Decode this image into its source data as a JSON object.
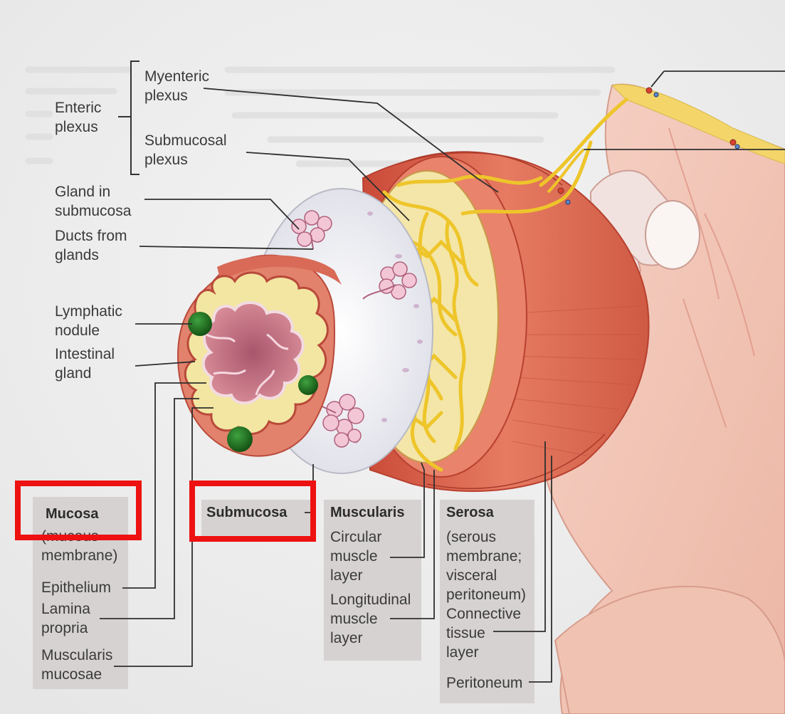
{
  "diagram": {
    "top_labels": {
      "enteric_plexus": "Enteric\nplexus",
      "myenteric_plexus": "Myenteric\nplexus",
      "submucosal_plexus": "Submucosal\nplexus",
      "gland_in_submucosa": "Gland in\nsubmucosa",
      "ducts_from_glands": "Ducts from\nglands",
      "lymphatic_nodule": "Lymphatic\nnodule",
      "intestinal_gland": "Intestinal\ngland"
    },
    "mucosa": {
      "heading": "Mucosa",
      "subtitle": "(mucous\nmembrane)",
      "epithelium": "Epithelium",
      "lamina_propria": "Lamina\npropria",
      "muscularis_mucosae": "Muscularis\nmucosae"
    },
    "submucosa": {
      "heading": "Submucosa"
    },
    "muscularis": {
      "heading": "Muscularis",
      "circular": "Circular\nmuscle\nlayer",
      "longitudinal": "Longitudinal\nmuscle\nlayer"
    },
    "serosa": {
      "heading": "Serosa",
      "subtitle": "(serous\nmembrane;\nvisceral\nperitoneum)",
      "connective": "Connective\ntissue\nlayer",
      "peritoneum": "Peritoneum"
    }
  },
  "colors": {
    "highlight": "#ee1111",
    "panel": "#d6d2d2",
    "muscle": "#e0705a",
    "nerve": "#f2d23a",
    "nodule": "#1f7a1f"
  }
}
